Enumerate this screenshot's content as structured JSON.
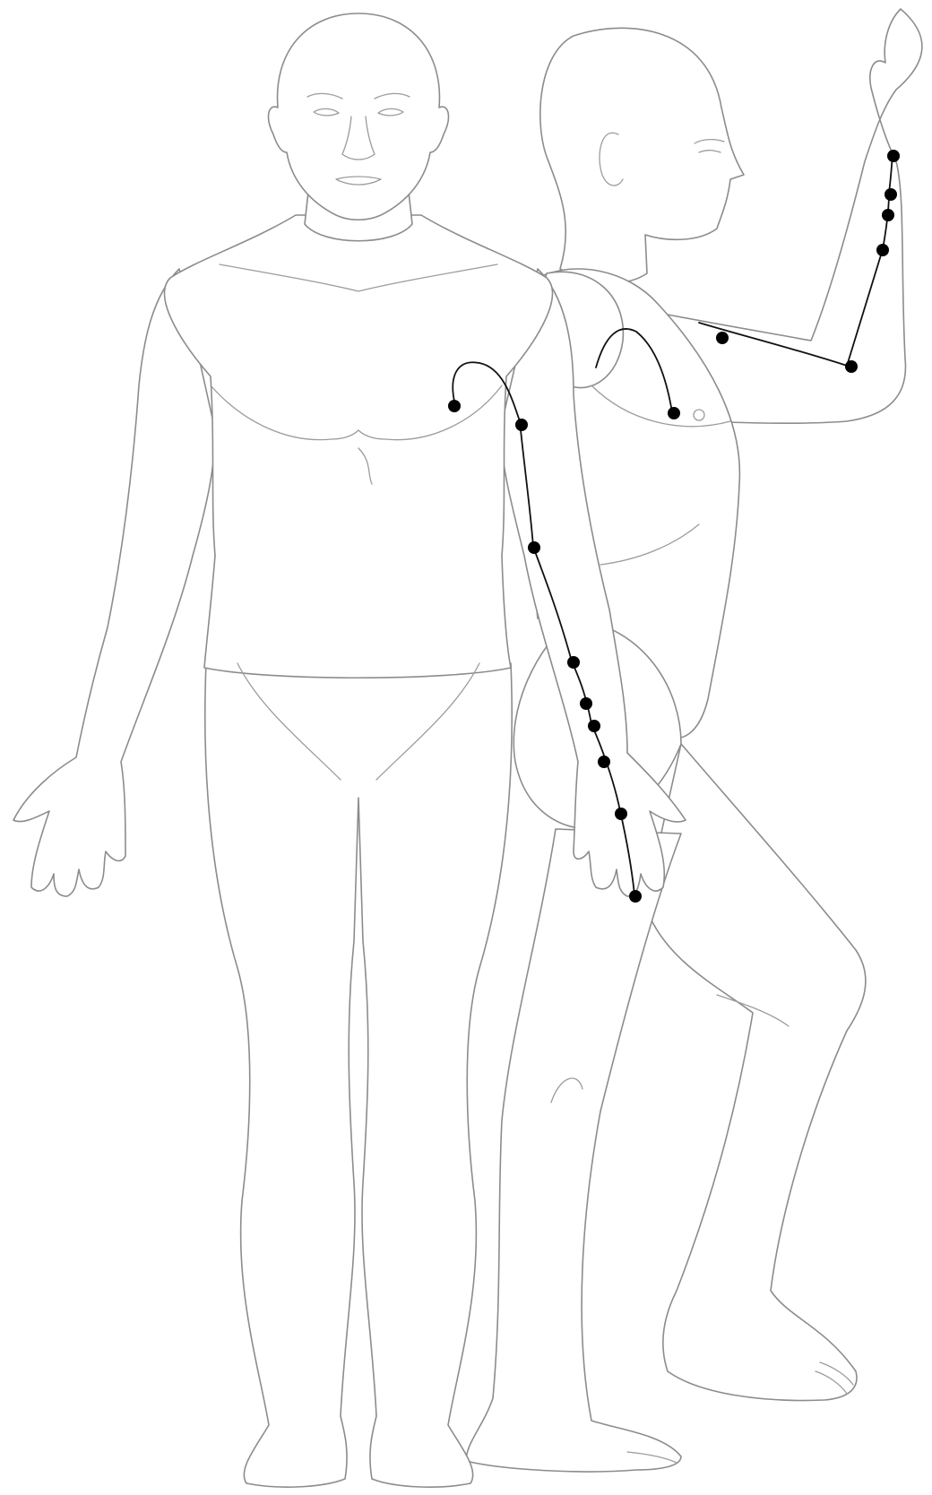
{
  "figure": {
    "views": [
      "front-view",
      "side-view"
    ],
    "colors": {
      "outline": "#8c8c8c",
      "meridian_line": "#111111",
      "acupoint": "#000000",
      "background": "#ffffff"
    },
    "front_view_point_count": 9,
    "side_view_point_count": 7,
    "text_labels": []
  }
}
